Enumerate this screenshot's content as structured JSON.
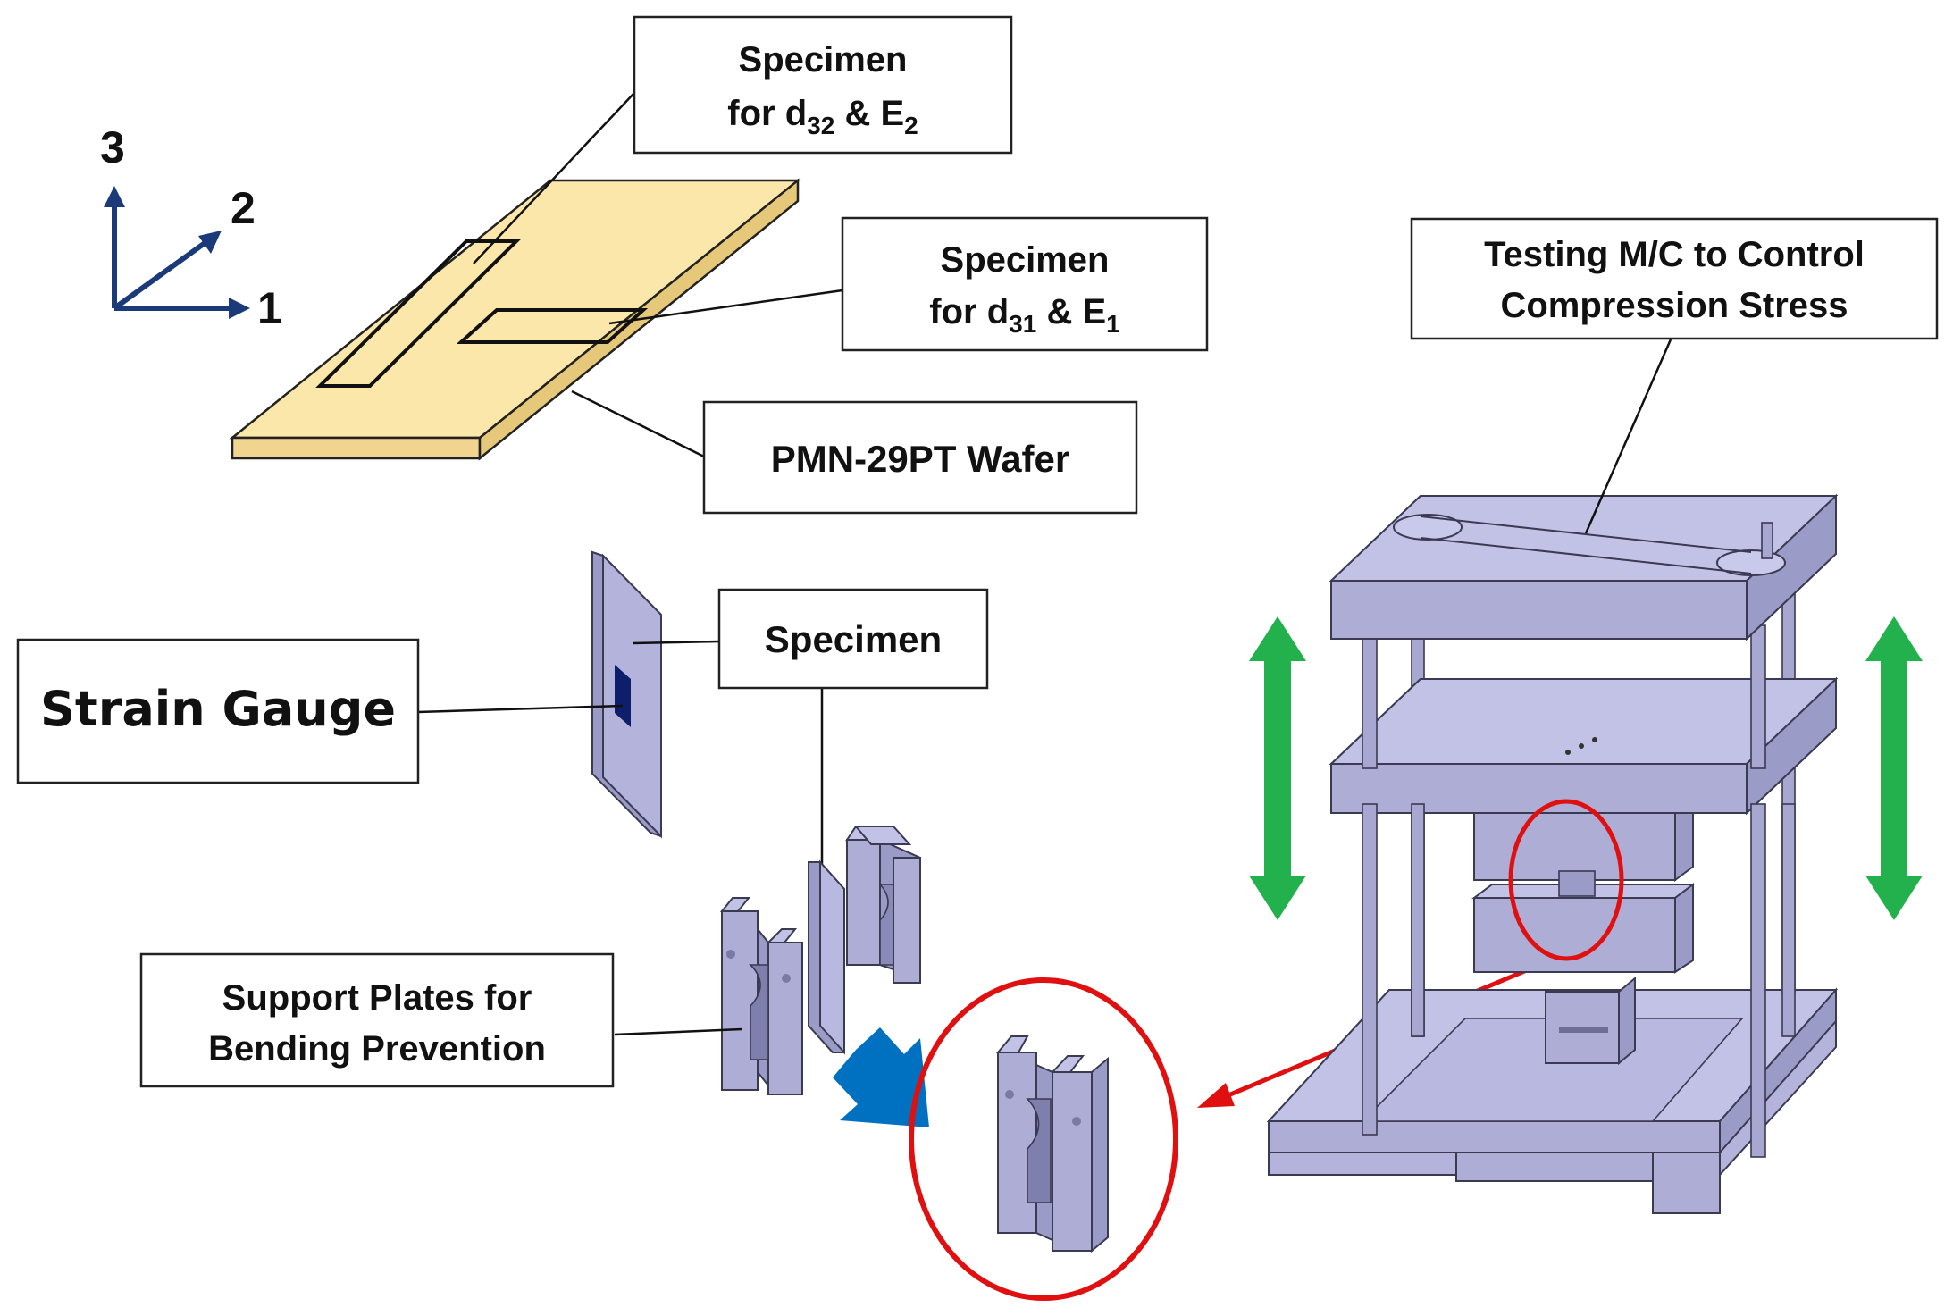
{
  "axes": {
    "x_label": "1",
    "y_label": "2",
    "z_label": "3",
    "color": "#1b3a7a"
  },
  "labels": {
    "specimen_d32": {
      "line1": "Specimen",
      "line2_prefix": "for d",
      "line2_sub1": "32",
      "line2_mid": " & E",
      "line2_sub2": "2"
    },
    "specimen_d31": {
      "line1": "Specimen",
      "line2_prefix": "for d",
      "line2_sub1": "31",
      "line2_mid": " & E",
      "line2_sub2": "1"
    },
    "wafer": "PMN-29PT Wafer",
    "testing_machine": {
      "line1": "Testing M/C to Control",
      "line2": "Compression Stress"
    },
    "strain_gauge": "Strain Gauge",
    "specimen": "Specimen",
    "support_plates": {
      "line1": "Support Plates for",
      "line2": "Bending Prevention"
    }
  },
  "colors": {
    "wafer": "#fbe7a9",
    "wafer_edge": "#e6c87a",
    "machine": "#b3b3dc",
    "strain_gauge_patch": "#0d1f6b",
    "arrow_green": "#22b14c",
    "arrow_blue": "#0070c0",
    "highlight_red": "#e01010"
  }
}
